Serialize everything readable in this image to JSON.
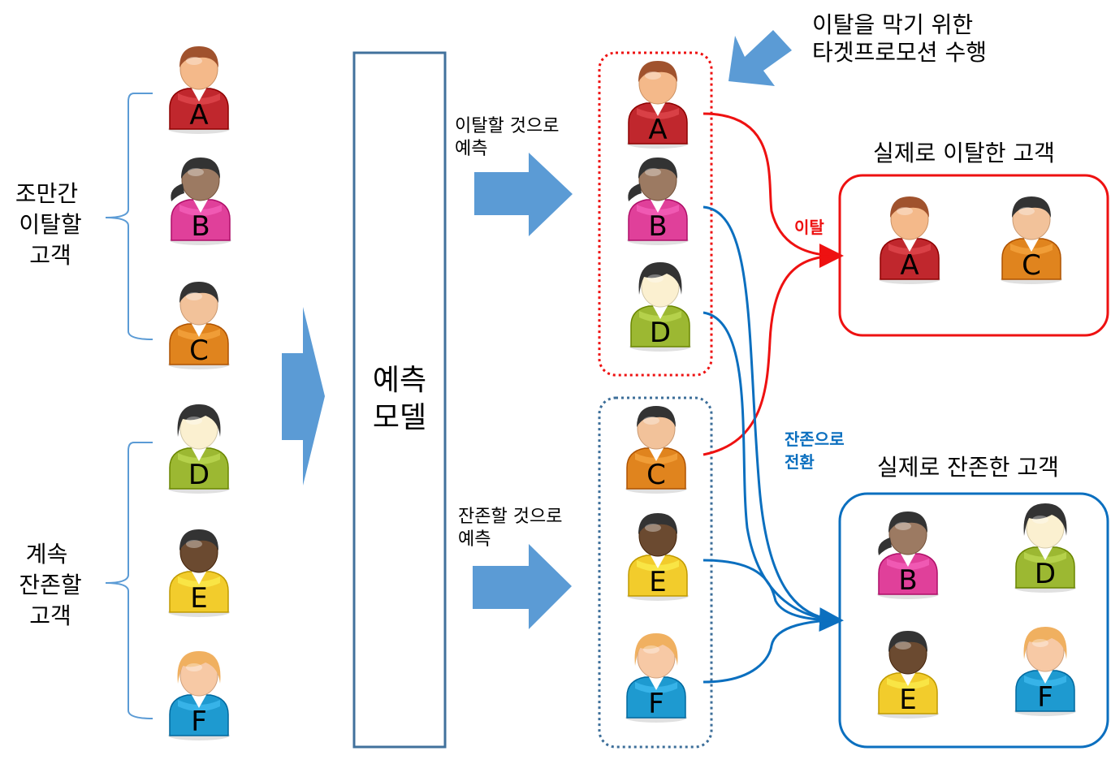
{
  "groups": {
    "churn_soon": "조만간 이탈할 고객",
    "stay": "계속 잔존할 고객"
  },
  "model_label": "예측 모델",
  "predicted_churn": "이탈할 것으로 예측",
  "predicted_stay": "잔존할 것으로 예측",
  "promotion": "이탈을 막기 위한 타겟프로모션 수행",
  "actual_churn_title": "실제로 이탈한 고객",
  "actual_stay_title": "실제로 잔존한 고객",
  "edge_churn": "이탈",
  "edge_converted": "잔존으로 전환",
  "people": [
    {
      "id": "A",
      "shirt": "#c0272d",
      "skin": "#f4b98a",
      "hair": "#a0522d",
      "style": "short"
    },
    {
      "id": "B",
      "shirt": "#e0409a",
      "skin": "#9c7a62",
      "hair": "#333333",
      "style": "tail"
    },
    {
      "id": "C",
      "shirt": "#e0841e",
      "skin": "#f2c29a",
      "hair": "#333333",
      "style": "short"
    },
    {
      "id": "D",
      "shirt": "#9cb832",
      "skin": "#fbf0d0",
      "hair": "#333333",
      "style": "bob"
    },
    {
      "id": "E",
      "shirt": "#f2cc2c",
      "skin": "#6b4a30",
      "hair": "#333333",
      "style": "short"
    },
    {
      "id": "F",
      "shirt": "#1e9ad0",
      "skin": "#f7c9a5",
      "hair": "#f0b060",
      "style": "bob"
    }
  ],
  "colors": {
    "red": "#ee1111",
    "blue": "#0b6fbf",
    "arrow": "#5b9bd5",
    "model_border": "#41719c",
    "dotted_blue": "#3c6e99"
  }
}
